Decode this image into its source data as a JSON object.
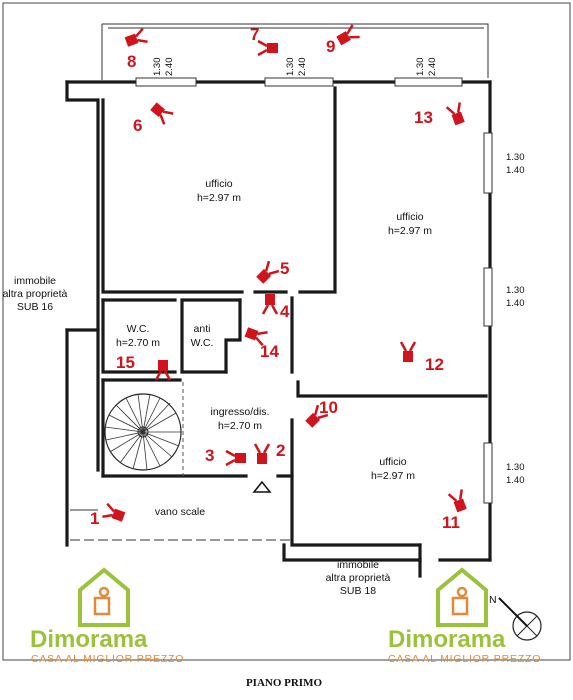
{
  "rooms": [
    {
      "name": "ufficio",
      "height": "h=2.97 m"
    },
    {
      "name": "ufficio",
      "height": "h=2.97 m"
    },
    {
      "name": "ufficio",
      "height": "h=2.97 m"
    },
    {
      "name": "W.C.",
      "height": "h=2.70 m"
    },
    {
      "name": "anti",
      "height": "W.C."
    },
    {
      "name": "ingresso/dis.",
      "height": "h=2.70 m"
    },
    {
      "name": "vano scale",
      "height": ""
    }
  ],
  "neighbours": [
    {
      "line1": "immobile",
      "line2": "altra proprietà",
      "line3": "SUB 16"
    },
    {
      "line1": "immobile",
      "line2": "altra proprietà",
      "line3": "SUB 18"
    }
  ],
  "window_dims": [
    {
      "width": "1.30",
      "height": "2.40"
    },
    {
      "width": "1.30",
      "height": "2.40"
    },
    {
      "width": "1.30",
      "height": "2.40"
    },
    {
      "width": "1.30",
      "height": "1.40"
    },
    {
      "width": "1.30",
      "height": "1.40"
    },
    {
      "width": "1.30",
      "height": "1.40"
    }
  ],
  "photo_points": [
    "1",
    "2",
    "3",
    "4",
    "5",
    "6",
    "7",
    "8",
    "9",
    "10",
    "11",
    "12",
    "13",
    "14",
    "15"
  ],
  "north": "N",
  "brand": {
    "name": "Dimorama",
    "tagline": "CASA AL MIGLIOR PREZZO",
    "green": "#9bc23b",
    "orange": "#e08a3a"
  },
  "marker_color": "#d0141e",
  "plan_title": "PIANO PRIMO"
}
